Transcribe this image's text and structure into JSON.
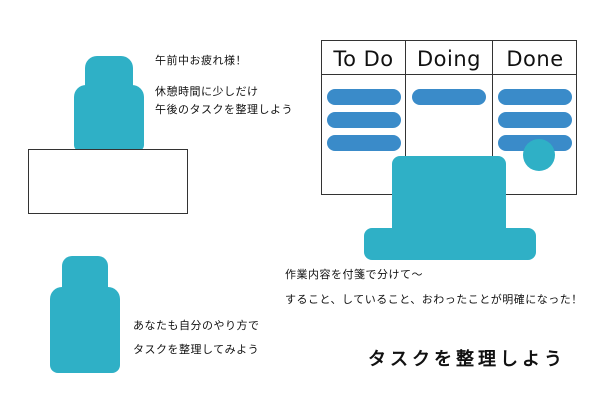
{
  "colors": {
    "figure": "#2fb0c6",
    "sticky": "#3a8bc9",
    "line": "#333333",
    "text": "#111111",
    "background": "#ffffff"
  },
  "speech_top": {
    "line1": "午前中お疲れ様！",
    "line2": "休憩時間に少しだけ",
    "line3": "午後のタスクを整理しよう"
  },
  "speech_middle": {
    "line1": "作業内容を付箋で分けて～",
    "line2": "すること、していること、おわったことが明確になった！"
  },
  "speech_bottom": {
    "line1": "あなたも自分のやり方で",
    "line2": "タスクを整理してみよう"
  },
  "board": {
    "columns": [
      {
        "label": "To Do",
        "stickies": 3
      },
      {
        "label": "Doing",
        "stickies": 1
      },
      {
        "label": "Done",
        "stickies": 3
      }
    ]
  },
  "title": "タスクを整理しよう"
}
